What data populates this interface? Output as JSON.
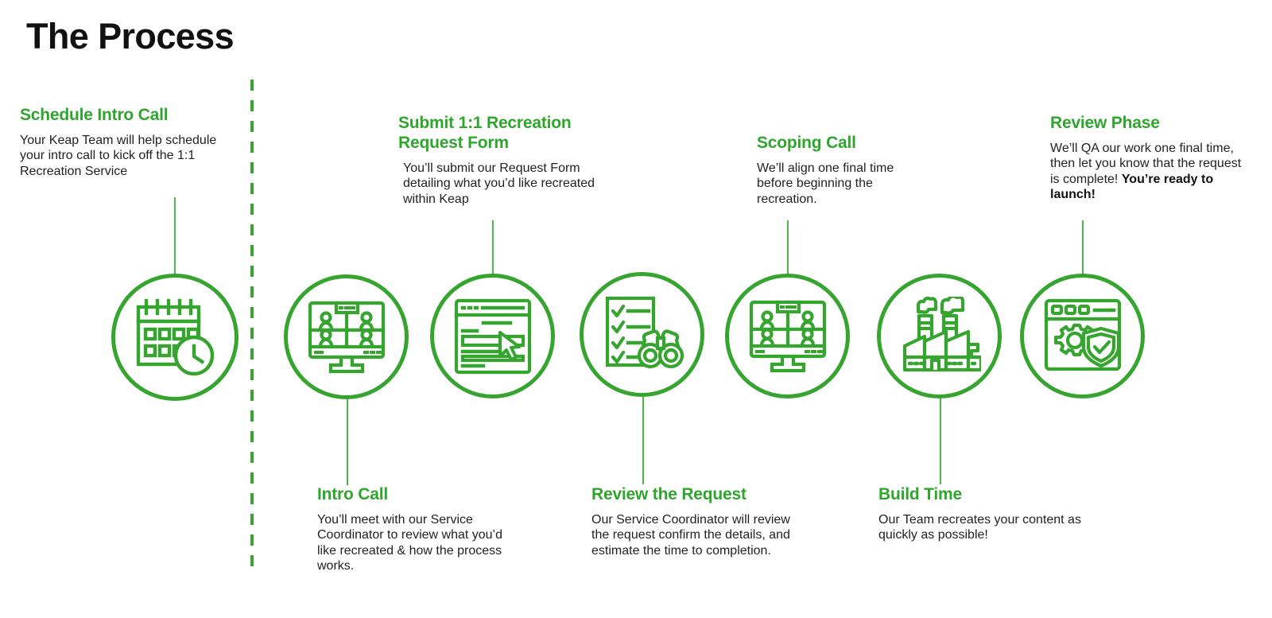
{
  "page": {
    "title": "The Process",
    "accent_green": "#35a52f",
    "heading_green": "#2ea62c",
    "body_color": "#231f20",
    "background": "#ffffff"
  },
  "divider": {
    "name": "dashed-phase-divider",
    "style": "dashed-vertical-line",
    "color": "#35a52f"
  },
  "steps": [
    {
      "id": "schedule-intro-call",
      "heading": "Schedule Intro Call",
      "body": "Your Keap Team will help schedule your intro call to kick off the 1:1 Recreation Service",
      "body_strong": "",
      "icon": "calendar-clock-icon",
      "position": "above"
    },
    {
      "id": "intro-call",
      "heading": "Intro Call",
      "body": "You’ll meet with our Service Coordinator to review what you’d like recreated & how the process works.",
      "body_strong": "",
      "icon": "video-conference-icon",
      "position": "below"
    },
    {
      "id": "submit-recreation-request-form",
      "heading": "Submit 1:1 Recreation Request Form",
      "body": "You’ll submit our Request Form detailing what you’d like recreated within Keap",
      "body_strong": "",
      "icon": "web-form-cursor-icon",
      "position": "above"
    },
    {
      "id": "review-the-request",
      "heading": "Review the Request",
      "body": "Our Service Coordinator will review the request confirm the details, and estimate the time to completion.",
      "body_strong": "",
      "icon": "checklist-binoculars-icon",
      "position": "below"
    },
    {
      "id": "scoping-call",
      "heading": "Scoping Call",
      "body": "We’ll align one final time before beginning the recreation.",
      "body_strong": "",
      "icon": "video-conference-icon",
      "position": "above"
    },
    {
      "id": "build-time",
      "heading": "Build Time",
      "body": "Our Team recreates your content as quickly as possible!",
      "body_strong": "",
      "icon": "factory-icon",
      "position": "below"
    },
    {
      "id": "review-phase",
      "heading": "Review Phase",
      "body": "We’ll QA our work one final time, then let you know that the request is complete! ",
      "body_strong": "You’re ready to launch!",
      "icon": "browser-gear-shield-icon",
      "position": "above"
    }
  ]
}
